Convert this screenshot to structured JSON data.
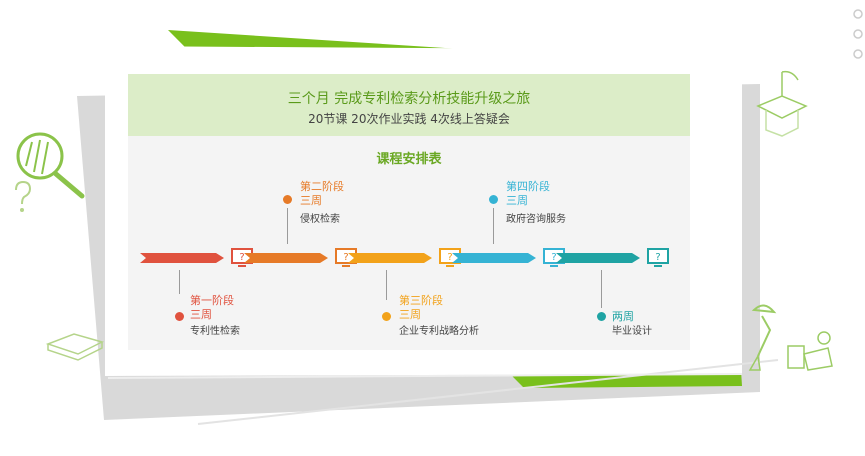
{
  "headline": "三个月 完成专利检索分析技能升级之旅",
  "subline": "20节课 20次作业实践  4次线上答疑会",
  "schedule_title": "课程安排表",
  "stages": [
    {
      "name": "第一阶段",
      "duration": "三周",
      "topic": "专利性检索",
      "color": "#e0523e"
    },
    {
      "name": "第二阶段",
      "duration": "三周",
      "topic": "侵权检索",
      "color": "#e67a27"
    },
    {
      "name": "第三阶段",
      "duration": "三周",
      "topic": "企业专利战略分析",
      "color": "#f2a21a"
    },
    {
      "name": "第四阶段",
      "duration": "三周",
      "topic": "政府咨询服务",
      "color": "#35b3d4"
    },
    {
      "name": "",
      "duration": "两周",
      "topic": "毕业设计",
      "color": "#1fa3a3"
    }
  ],
  "icons": [
    "monitor-question-icon",
    "magnifier-icon",
    "question-mark-icon",
    "book-icon",
    "desk-lamp-icon"
  ],
  "colors": {
    "green_accent": "#7ac51c",
    "header_band": "#dcedc8"
  }
}
